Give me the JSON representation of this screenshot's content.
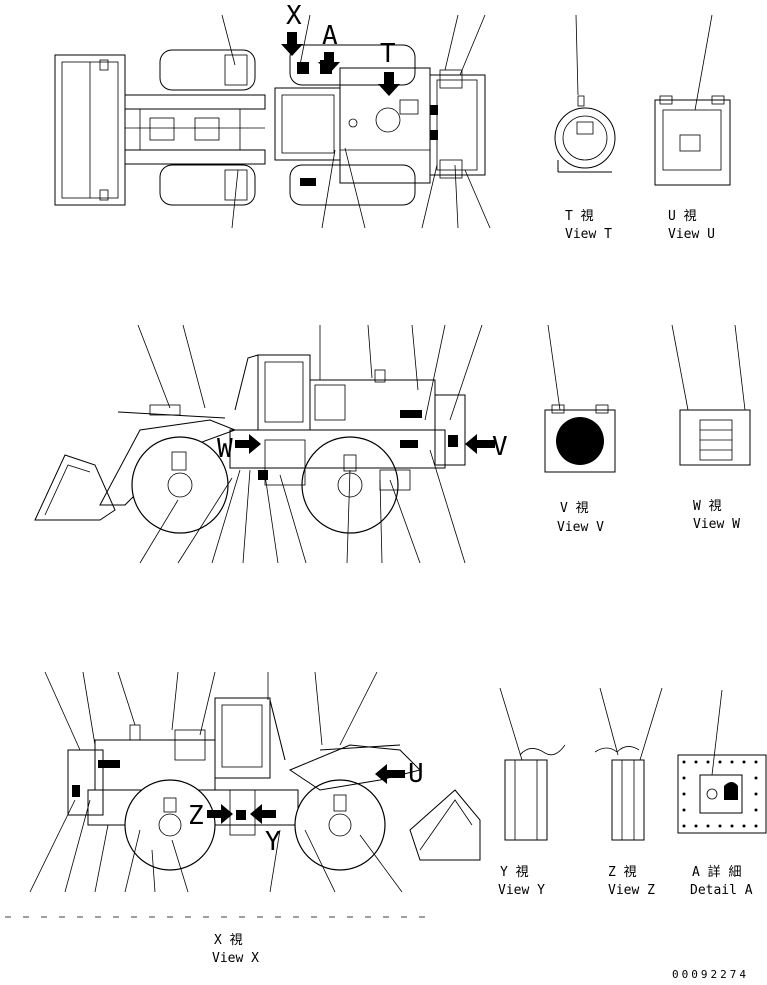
{
  "drawing_number": "00092274",
  "reference_letters": {
    "x": "X",
    "a": "A",
    "t": "T",
    "v": "V",
    "w": "W",
    "u": "U",
    "z": "Z",
    "y": "Y"
  },
  "views": {
    "t": {
      "jp": "T 視",
      "en": "View T"
    },
    "u": {
      "jp": "U 視",
      "en": "View U"
    },
    "v": {
      "jp": "V 視",
      "en": "View V"
    },
    "w": {
      "jp": "W 視",
      "en": "View W"
    },
    "y": {
      "jp": "Y 視",
      "en": "View Y"
    },
    "z": {
      "jp": "Z 視",
      "en": "View Z"
    },
    "a": {
      "jp": "A 詳 細",
      "en": "Detail A"
    },
    "x": {
      "jp": "X 視",
      "en": "View X"
    }
  }
}
